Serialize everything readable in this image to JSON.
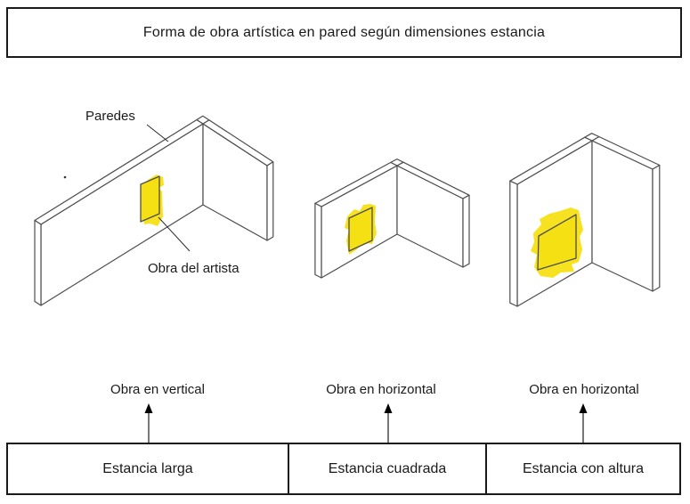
{
  "title": "Forma de obra artística en pared según dimensiones estancia",
  "colors": {
    "artwork": "#F5E014",
    "wall_line": "#4d4d4d",
    "text": "#1a1a1a",
    "border": "#1a1a1a",
    "arrow": "#3d3d3d"
  },
  "diagram": {
    "walls_label": "Paredes",
    "artwork_label": "Obra del artista",
    "rooms": [
      {
        "name": "estancia-larga",
        "orientation_label": "Obra en vertical",
        "room_label": "Estancia larga",
        "artwork_orientation": "vertical",
        "room_shape": "long low wall pair, artwork vertical"
      },
      {
        "name": "estancia-cuadrada",
        "orientation_label": "Obra en horizontal",
        "room_label": "Estancia cuadrada",
        "artwork_orientation": "horizontal",
        "room_shape": "square wall pair, artwork horizontal"
      },
      {
        "name": "estancia-con-altura",
        "orientation_label": "Obra en horizontal",
        "room_label": "Estancia con altura",
        "artwork_orientation": "horizontal",
        "room_shape": "tall wall pair, larger horizontal artwork"
      }
    ]
  }
}
